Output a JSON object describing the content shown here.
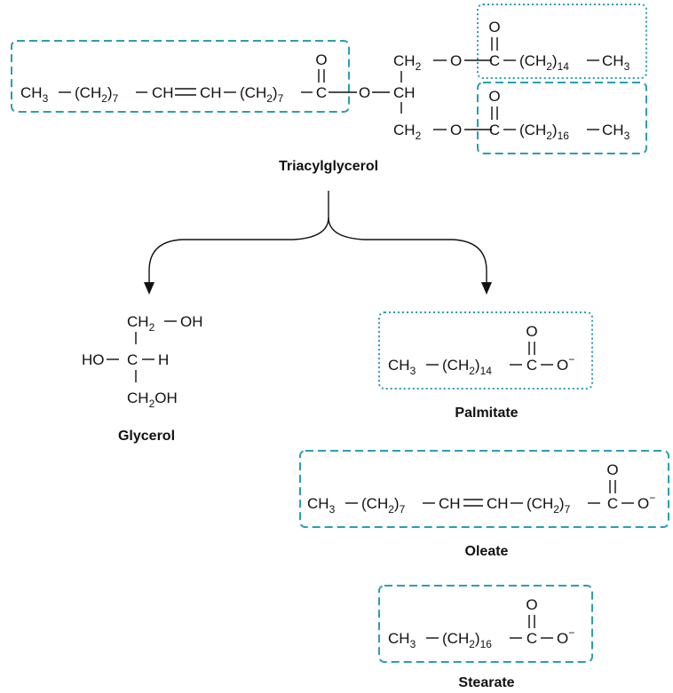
{
  "colors": {
    "dashed_box": "#2a9fb0",
    "dotted_box": "#2a9fb0",
    "ink": "#111111"
  },
  "labels": {
    "triacylglycerol": "Triacylglycerol",
    "glycerol": "Glycerol",
    "palmitate": "Palmitate",
    "oleate": "Oleate",
    "stearate": "Stearate"
  },
  "atoms": {
    "O": "O",
    "C": "C",
    "H": "H",
    "HO": "HO",
    "OH": "OH",
    "CH": "CH",
    "CH2": "CH",
    "CH2OH": "CH",
    "CH2OH_tail": "OH",
    "CH3": "CH",
    "CH2paren": "(CH",
    "paren_close": ")",
    "sub2": "2",
    "sub3": "3",
    "n7": "7",
    "n14": "14",
    "n16": "16",
    "minus": "−"
  }
}
